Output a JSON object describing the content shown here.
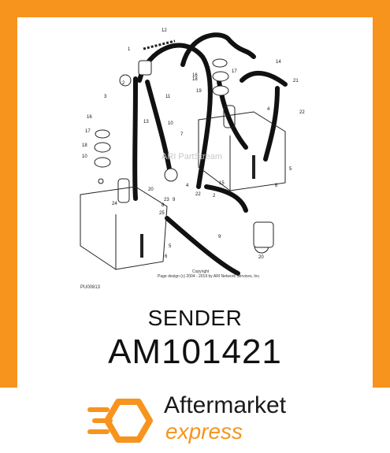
{
  "diagram": {
    "callouts": [
      "12",
      "1",
      "2",
      "3",
      "11",
      "16",
      "17",
      "18",
      "19",
      "14",
      "21",
      "4",
      "22",
      "16",
      "17",
      "18",
      "10",
      "7",
      "13",
      "10",
      "5",
      "6",
      "15",
      "20",
      "8",
      "9",
      "2",
      "22",
      "4",
      "23",
      "24",
      "25",
      "5",
      "6",
      "9",
      "20"
    ],
    "figure_code": "PU00813",
    "copyright_line1": "Copyright",
    "copyright_line2": "Page design (c) 2004 - 2019 by ARI Network Services, Inc.",
    "watermark": "ARI PartStream"
  },
  "part": {
    "name": "SENDER",
    "number": "AM101421"
  },
  "brand": {
    "line1": "Aftermarket",
    "line2": "express",
    "accent_color": "#f7941d"
  }
}
